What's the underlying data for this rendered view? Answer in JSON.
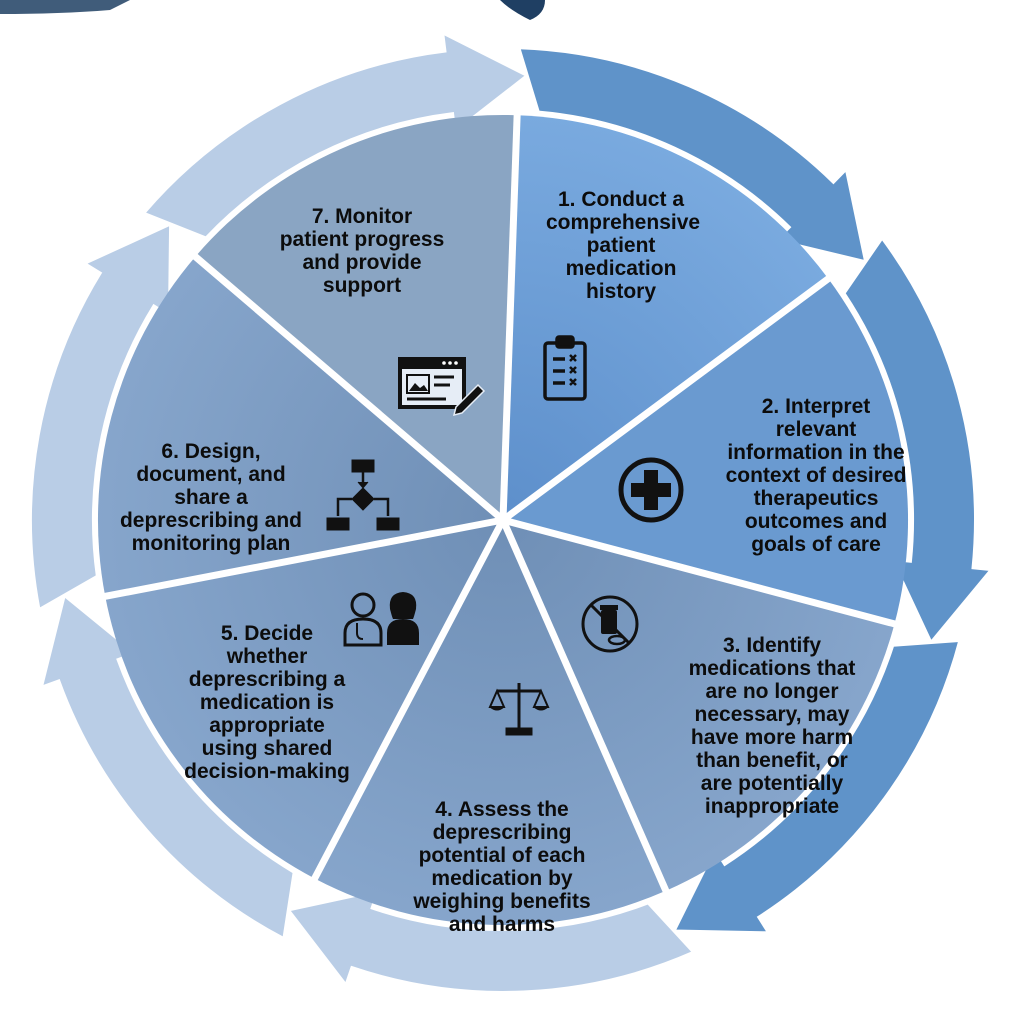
{
  "title": "",
  "colors": {
    "arrow_light": "#b9cde6",
    "arrow_dark": "#5f93c9",
    "segment_step1": "#6e9fd6",
    "segment_step2": "#6a9ad0",
    "segment_mid": "#7d9ec4",
    "segment_step7": "#8aa5c3",
    "text": "#0c0c0c",
    "divider": "#ffffff",
    "corner_shapes": "#27476a"
  },
  "steps": [
    {
      "id": 1,
      "icon": "clipboard-checklist-icon",
      "lines": [
        "1. Conduct a",
        "comprehensive",
        "patient",
        "medication",
        "history"
      ]
    },
    {
      "id": 2,
      "icon": "medical-cross-icon",
      "lines": [
        "2. Interpret",
        "relevant",
        "information in the",
        "context of desired",
        "therapeutics",
        "outcomes and",
        "goals of care"
      ]
    },
    {
      "id": 3,
      "icon": "no-medication-icon",
      "lines": [
        "3. Identify",
        "medications that",
        "are no longer",
        "necessary, may",
        "have more harm",
        "than benefit, or",
        "are potentially",
        "inappropriate"
      ]
    },
    {
      "id": 4,
      "icon": "balance-scale-icon",
      "lines": [
        "4. Assess the",
        "deprescribing",
        "potential of each",
        "medication by",
        "weighing benefits",
        "and harms"
      ]
    },
    {
      "id": 5,
      "icon": "clinician-patient-icon",
      "lines": [
        "5. Decide",
        "whether",
        "deprescribing a",
        "medication is",
        "appropriate",
        "using shared",
        "decision-making"
      ]
    },
    {
      "id": 6,
      "icon": "flowchart-icon",
      "lines": [
        "6. Design,",
        "document, and",
        "share a",
        "deprescribing and",
        "monitoring plan"
      ]
    },
    {
      "id": 7,
      "icon": "document-edit-icon",
      "lines": [
        "7. Monitor",
        "patient progress",
        "and provide",
        "support"
      ]
    }
  ]
}
